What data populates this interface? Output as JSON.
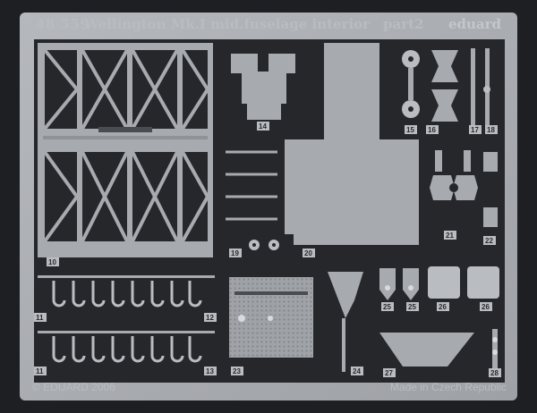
{
  "header": {
    "set_code": "48 559",
    "title": "Wellington Mk.I mid.fuselage interior",
    "part": "part2",
    "brand": "eduard"
  },
  "footer": {
    "copyright": "© EDUARD 2006",
    "origin": "Made in Czech Republic"
  },
  "part_numbers": [
    "10",
    "11",
    "11",
    "12",
    "13",
    "14",
    "15",
    "16",
    "17",
    "18",
    "19",
    "20",
    "21",
    "22",
    "23",
    "24",
    "25",
    "25",
    "26",
    "26",
    "27",
    "28"
  ],
  "colors": {
    "background": "#1e1f22",
    "metal": "#a7aaaf",
    "metal_light": "#b9bcc1",
    "gap": "#2a2b2e"
  }
}
